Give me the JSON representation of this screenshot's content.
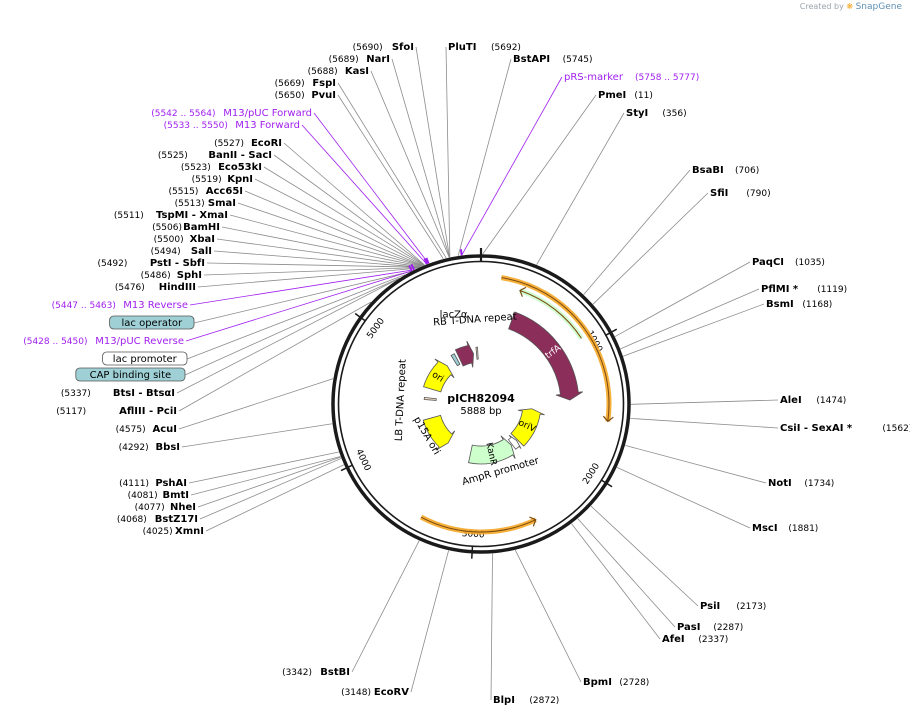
{
  "credit": {
    "prefix": "Created by",
    "brand": "SnapGene"
  },
  "plasmid": {
    "name": "pICH82094",
    "size_label": "5888 bp",
    "length": 5888
  },
  "colors": {
    "backbone": "#1a1a1a",
    "enzyme_line": "#8c8c8c",
    "primer": "#a020f0",
    "feature_maroon": "#8b2e5a",
    "feature_yellow": "#ffff00",
    "feature_green": "#ccffcc",
    "feature_orange": "#f5a623",
    "feature_teal": "#9fd0d6",
    "feature_white": "#ffffff"
  },
  "ticks": [
    {
      "pos": 1000,
      "label": "1000"
    },
    {
      "pos": 2000,
      "label": "2000"
    },
    {
      "pos": 3000,
      "label": "3000"
    },
    {
      "pos": 4000,
      "label": "4000"
    },
    {
      "pos": 5000,
      "label": "5000"
    }
  ],
  "enzymes_left": [
    {
      "name": "SfoI",
      "pos_label": "(5690)",
      "site": 5690
    },
    {
      "name": "NarI",
      "pos_label": "(5689)",
      "site": 5689
    },
    {
      "name": "KasI",
      "pos_label": "(5688)",
      "site": 5688
    },
    {
      "name": "FspI",
      "pos_label": "(5669)",
      "site": 5669
    },
    {
      "name": "PvuI",
      "pos_label": "(5650)",
      "site": 5650
    },
    {
      "name": "M13/pUC Forward",
      "pos_label": "(5542 .. 5564)",
      "site": 5553,
      "kind": "primer"
    },
    {
      "name": "M13 Forward",
      "pos_label": "(5533 .. 5550)",
      "site": 5541,
      "kind": "primer"
    },
    {
      "name": "EcoRI",
      "pos_label": "(5527)",
      "site": 5527
    },
    {
      "name": "BanII - SacI",
      "pos_label": "(5525)",
      "site": 5525
    },
    {
      "name": "Eco53kI",
      "pos_label": "(5523)",
      "site": 5523
    },
    {
      "name": "KpnI",
      "pos_label": "(5519)",
      "site": 5519
    },
    {
      "name": "Acc65I",
      "pos_label": "(5515)",
      "site": 5515
    },
    {
      "name": "SmaI",
      "pos_label": "(5513)",
      "site": 5513
    },
    {
      "name": "TspMI - XmaI",
      "pos_label": "(5511)",
      "site": 5511
    },
    {
      "name": "BamHI",
      "pos_label": "(5506)",
      "site": 5506
    },
    {
      "name": "XbaI",
      "pos_label": "(5500)",
      "site": 5500
    },
    {
      "name": "SalI",
      "pos_label": "(5494)",
      "site": 5494
    },
    {
      "name": "PstI - SbfI",
      "pos_label": "(5492)",
      "site": 5492
    },
    {
      "name": "SphI",
      "pos_label": "(5486)",
      "site": 5486
    },
    {
      "name": "HindIII",
      "pos_label": "(5476)",
      "site": 5476
    },
    {
      "name": "M13 Reverse",
      "pos_label": "(5447 .. 5463)",
      "site": 5455,
      "kind": "primer"
    },
    {
      "name": "lac operator",
      "pos_label": "",
      "site": 5430,
      "kind": "box",
      "fill": "teal"
    },
    {
      "name": "M13/pUC Reverse",
      "pos_label": "(5428 .. 5450)",
      "site": 5439,
      "kind": "primer"
    },
    {
      "name": "lac promoter",
      "pos_label": "",
      "site": 5390,
      "kind": "box",
      "fill": "white"
    },
    {
      "name": "CAP binding site",
      "pos_label": "",
      "site": 5350,
      "kind": "box",
      "fill": "teal"
    },
    {
      "name": "BtsI - BtsαI",
      "pos_label": "(5337)",
      "site": 5337
    },
    {
      "name": "AflIII - PciI",
      "pos_label": "(5117)",
      "site": 5117
    },
    {
      "name": "AcuI",
      "pos_label": "(4575)",
      "site": 4575
    },
    {
      "name": "BbsI",
      "pos_label": "(4292)",
      "site": 4292
    },
    {
      "name": "PshAI",
      "pos_label": "(4111)",
      "site": 4111
    },
    {
      "name": "BmtI",
      "pos_label": "(4081)",
      "site": 4081
    },
    {
      "name": "NheI",
      "pos_label": "(4077)",
      "site": 4077
    },
    {
      "name": "BstZ17I",
      "pos_label": "(4068)",
      "site": 4068
    },
    {
      "name": "XmnI",
      "pos_label": "(4025)",
      "site": 4025
    },
    {
      "name": "BstBI",
      "pos_label": "(3342)",
      "site": 3342
    },
    {
      "name": "EcoRV",
      "pos_label": "(3148)",
      "site": 3148
    }
  ],
  "enzymes_right": [
    {
      "name": "PluTI",
      "pos_label": "(5692)",
      "site": 5692
    },
    {
      "name": "BstAPI",
      "pos_label": "(5745)",
      "site": 5745
    },
    {
      "name": "pRS-marker",
      "pos_label": "(5758 .. 5777)",
      "site": 5767,
      "kind": "primer"
    },
    {
      "name": "PmeI",
      "pos_label": "(11)",
      "site": 11
    },
    {
      "name": "StyI",
      "pos_label": "(356)",
      "site": 356
    },
    {
      "name": "BsaBI",
      "pos_label": "(706)",
      "site": 706
    },
    {
      "name": "SfiI",
      "pos_label": "(790)",
      "site": 790
    },
    {
      "name": "PaqCI",
      "pos_label": "(1035)",
      "site": 1035
    },
    {
      "name": "PflMI *",
      "pos_label": "(1119)",
      "site": 1119
    },
    {
      "name": "BsmI",
      "pos_label": "(1168)",
      "site": 1168
    },
    {
      "name": "AleI",
      "pos_label": "(1474)",
      "site": 1474
    },
    {
      "name": "CsiI - SexAI *",
      "pos_label": "(1562)",
      "site": 1562
    },
    {
      "name": "NotI",
      "pos_label": "(1734)",
      "site": 1734
    },
    {
      "name": "MscI",
      "pos_label": "(1881)",
      "site": 1881
    },
    {
      "name": "PsiI",
      "pos_label": "(2173)",
      "site": 2173
    },
    {
      "name": "PasI",
      "pos_label": "(2287)",
      "site": 2287
    },
    {
      "name": "AfeI",
      "pos_label": "(2337)",
      "site": 2337
    },
    {
      "name": "BpmI",
      "pos_label": "(2728)",
      "site": 2728
    },
    {
      "name": "BlpI",
      "pos_label": "(2872)",
      "site": 2872
    }
  ],
  "features": [
    {
      "name": "trfA",
      "start": 330,
      "end": 1430,
      "fill": "maroon",
      "dir": 1,
      "ring": 1,
      "label_inside": true
    },
    {
      "name": "",
      "start": 150,
      "end": 1600,
      "fill": "orange",
      "dir": 1,
      "ring": 0,
      "kind": "thin"
    },
    {
      "name": "",
      "start": 310,
      "end": 930,
      "fill": "green",
      "dir": -1,
      "ring": 0.5,
      "kind": "thin"
    },
    {
      "name": "oriV",
      "start": 1560,
      "end": 2200,
      "fill": "yellow",
      "dir": -1,
      "ring": 2,
      "label_inside": true
    },
    {
      "name": "",
      "start": 2220,
      "end": 2330,
      "fill": "white",
      "dir": -1,
      "ring": 2,
      "kind": "small"
    },
    {
      "name": "KanR",
      "start": 2350,
      "end": 3140,
      "fill": "green",
      "dir": -1,
      "ring": 2,
      "label_inside": true
    },
    {
      "name": "",
      "start": 2530,
      "end": 3400,
      "fill": "orange",
      "dir": -1,
      "ring": 0,
      "kind": "thin"
    },
    {
      "name": "",
      "start": 3600,
      "end": 4160,
      "fill": "yellow",
      "dir": -1,
      "ring": 2
    },
    {
      "name": "ori",
      "start": 4690,
      "end": 5210,
      "fill": "yellow",
      "dir": 1,
      "ring": 2,
      "label_inside": true
    },
    {
      "name": "",
      "start": 5370,
      "end": 5430,
      "fill": "teal",
      "dir": 0,
      "ring": 2,
      "kind": "small"
    },
    {
      "name": "",
      "start": 5475,
      "end": 5750,
      "fill": "maroon",
      "dir": 1,
      "ring": 2
    },
    {
      "name": "",
      "start": 5805,
      "end": 5830,
      "fill": "tan",
      "dir": 0,
      "ring": 2,
      "kind": "small"
    },
    {
      "name": "",
      "start": 4490,
      "end": 4525,
      "fill": "tan",
      "dir": 0,
      "ring": 2,
      "kind": "small"
    }
  ],
  "inner_labels": [
    {
      "text": "lacZα",
      "pos": 5600,
      "r": 0.62,
      "rot": 0
    },
    {
      "text": "RB T-DNA repeat",
      "pos": 5820,
      "r": 0.56,
      "rot": 1
    },
    {
      "text": "LB T-DNA repeat",
      "pos": 4460,
      "r": 0.53,
      "rot": 1
    },
    {
      "text": "p15A ori",
      "pos": 3920,
      "r": 0.45,
      "rot": 1
    },
    {
      "text": "AmpR promoter",
      "pos": 2680,
      "r": 0.5,
      "rot": 1
    }
  ]
}
